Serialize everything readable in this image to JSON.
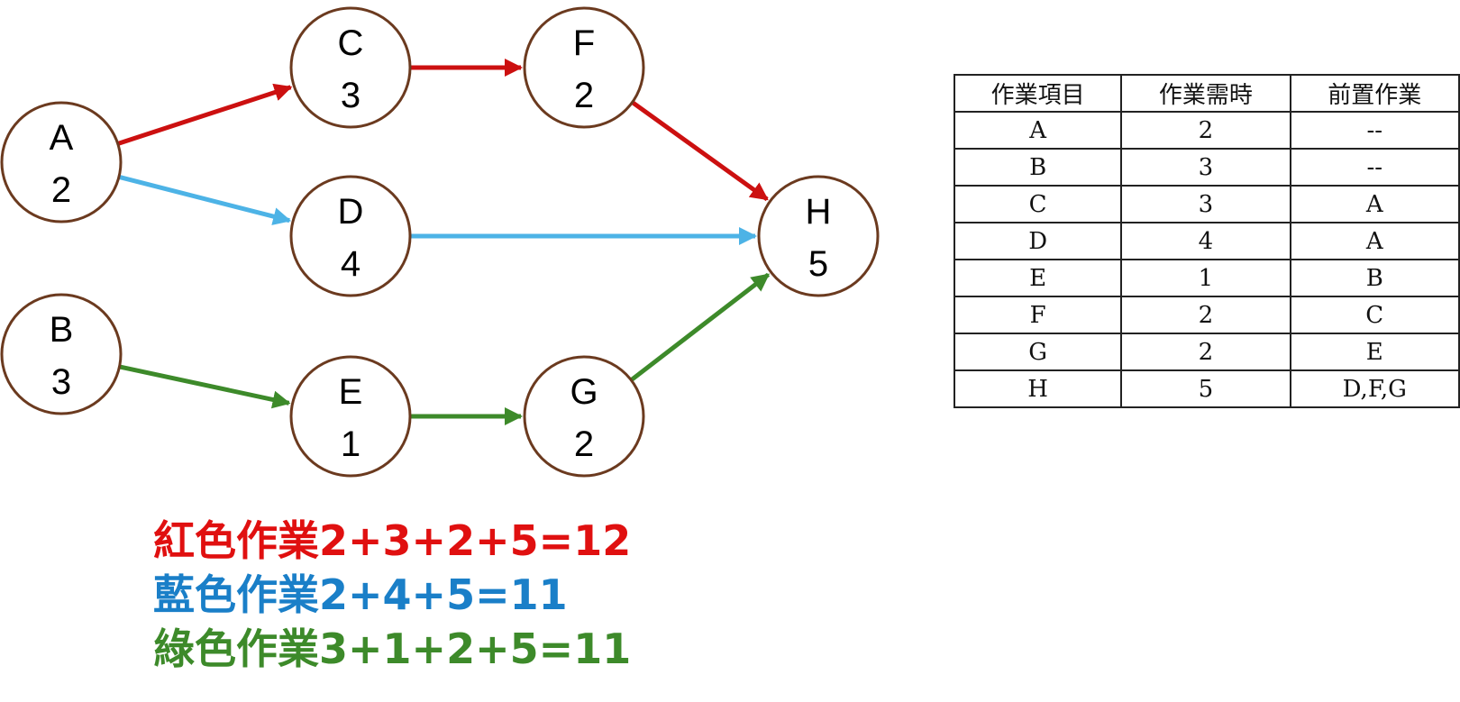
{
  "colors": {
    "node_stroke": "#6b3a1f",
    "red": "#cc1010",
    "blue": "#4db3e6",
    "green": "#3d8a2a",
    "legend_red": "#e01010",
    "legend_blue": "#1a7fc8",
    "legend_green": "#3d8a2a"
  },
  "nodes": [
    {
      "id": "A",
      "label": "A",
      "duration": "2"
    },
    {
      "id": "B",
      "label": "B",
      "duration": "3"
    },
    {
      "id": "C",
      "label": "C",
      "duration": "3"
    },
    {
      "id": "D",
      "label": "D",
      "duration": "4"
    },
    {
      "id": "E",
      "label": "E",
      "duration": "1"
    },
    {
      "id": "F",
      "label": "F",
      "duration": "2"
    },
    {
      "id": "G",
      "label": "G",
      "duration": "2"
    },
    {
      "id": "H",
      "label": "H",
      "duration": "5"
    }
  ],
  "edges": [
    {
      "from": "A",
      "to": "C",
      "color": "red"
    },
    {
      "from": "C",
      "to": "F",
      "color": "red"
    },
    {
      "from": "F",
      "to": "H",
      "color": "red"
    },
    {
      "from": "A",
      "to": "D",
      "color": "blue"
    },
    {
      "from": "D",
      "to": "H",
      "color": "blue"
    },
    {
      "from": "B",
      "to": "E",
      "color": "green"
    },
    {
      "from": "E",
      "to": "G",
      "color": "green"
    },
    {
      "from": "G",
      "to": "H",
      "color": "green"
    }
  ],
  "legend": {
    "red": "紅色作業2+3+2+5=12",
    "blue": "藍色作業2+4+5=11",
    "green": "綠色作業3+1+2+5=11"
  },
  "table": {
    "headers": [
      "作業項目",
      "作業需時",
      "前置作業"
    ],
    "rows": [
      [
        "A",
        "2",
        "--"
      ],
      [
        "B",
        "3",
        "--"
      ],
      [
        "C",
        "3",
        "A"
      ],
      [
        "D",
        "4",
        "A"
      ],
      [
        "E",
        "1",
        "B"
      ],
      [
        "F",
        "2",
        "C"
      ],
      [
        "G",
        "2",
        "E"
      ],
      [
        "H",
        "5",
        "D,F,G"
      ]
    ]
  }
}
